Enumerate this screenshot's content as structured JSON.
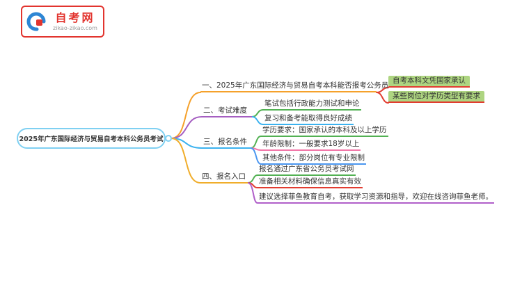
{
  "logo": {
    "title": "自考网",
    "domain": "zikao-zikao.com"
  },
  "root": {
    "label": "2025年广东国际经济与贸易自考本科公务员考试"
  },
  "branches": [
    {
      "label": "一、2025年广东国际经济与贸易自考本科能否报考公务员",
      "color": "#f5a12b",
      "children": [
        {
          "label": "自考本科文凭国家承认",
          "color": "#e23c30",
          "highlight": "#aed581"
        },
        {
          "label": "某些岗位对学历类型有要求",
          "color": "#e23c30",
          "highlight": "#aed581"
        }
      ]
    },
    {
      "label": "二、考试难度",
      "color": "#a55ec1",
      "children": [
        {
          "label": "笔试包括行政能力测试和申论",
          "color": "#52b153"
        },
        {
          "label": "复习和备考能取得良好成绩",
          "color": "#3bb2ef"
        }
      ]
    },
    {
      "label": "三、报名条件",
      "color": "#3bb2ef",
      "children": [
        {
          "label": "学历要求：国家承认的本科及以上学历",
          "color": "#52b153"
        },
        {
          "label": "年龄限制：一般要求18岁以上",
          "color": "#f277a8"
        },
        {
          "label": "其他条件：部分岗位有专业限制",
          "color": "#4a96f0"
        }
      ]
    },
    {
      "label": "四、报名入口",
      "color": "#f0ad2b",
      "children": [
        {
          "label": "报名通过广东省公务员考试网",
          "color": "#52b153"
        },
        {
          "label": "准备相关材料确保信息真实有效",
          "color": "#e23c30"
        },
        {
          "label": "建议选择菲鱼教育自考，获取学习资源和指导，欢迎在线咨询菲鱼老师。",
          "color": "#b05fc9"
        }
      ]
    }
  ],
  "colors": {
    "brand_red": "#e2342e",
    "root_outline": "#7fd0f2",
    "logo_blue": "#2e86d4"
  }
}
